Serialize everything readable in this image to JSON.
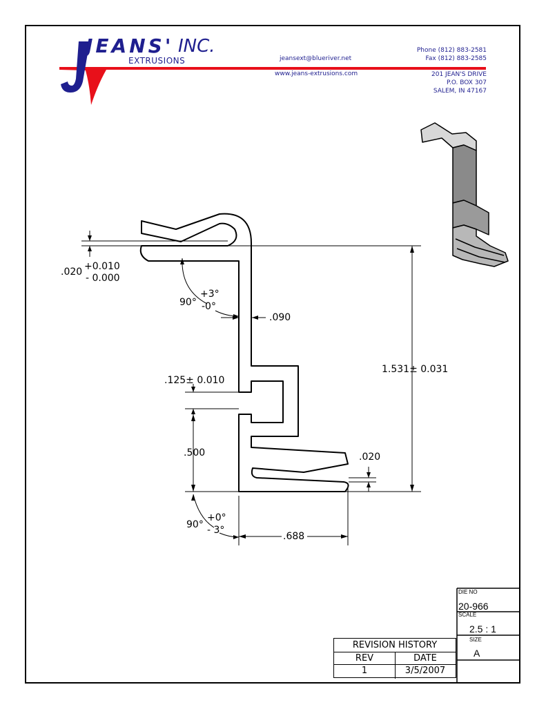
{
  "company": {
    "name": "JEANS'",
    "suffix": "INC.",
    "tagline": "EXTRUSIONS",
    "email": "jeansext@blueriver.net",
    "website": "www.jeans-extrusions.com",
    "phone": "Phone (812) 883-2581",
    "fax": "Fax (812) 883-2585",
    "address": [
      "201 JEAN'S DRIVE",
      "P.O. BOX 307",
      "SALEM, IN 47167"
    ],
    "colors": {
      "brand_blue": "#1f1f8f",
      "brand_red": "#e8101a"
    }
  },
  "dimensions": {
    "gap_top": ".020",
    "gap_top_tol_plus": "+0.010",
    "gap_top_tol_minus": "- 0.000",
    "angle_top": "90°",
    "angle_top_tol_plus": "+3°",
    "angle_top_tol_minus": "-0°",
    "wall_thickness": ".090",
    "slot_width": ".125± 0.010",
    "spacing": ".500",
    "height": "1.531± 0.031",
    "gap_bottom": ".020",
    "angle_bottom": "90°",
    "angle_bottom_tol_plus": "+0°",
    "angle_bottom_tol_minus": "- 3°",
    "base_width": ".688"
  },
  "title_block": {
    "die_no_label": "DIE NO",
    "die_no": "20-966",
    "scale_label": "SCALE",
    "scale": "2.5 : 1",
    "size_label": "SIZE",
    "size": "A"
  },
  "revision_history": {
    "title": "REVISION HISTORY",
    "headers": [
      "REV",
      "DATE"
    ],
    "rows": [
      {
        "rev": "1",
        "date": "3/5/2007"
      }
    ]
  }
}
